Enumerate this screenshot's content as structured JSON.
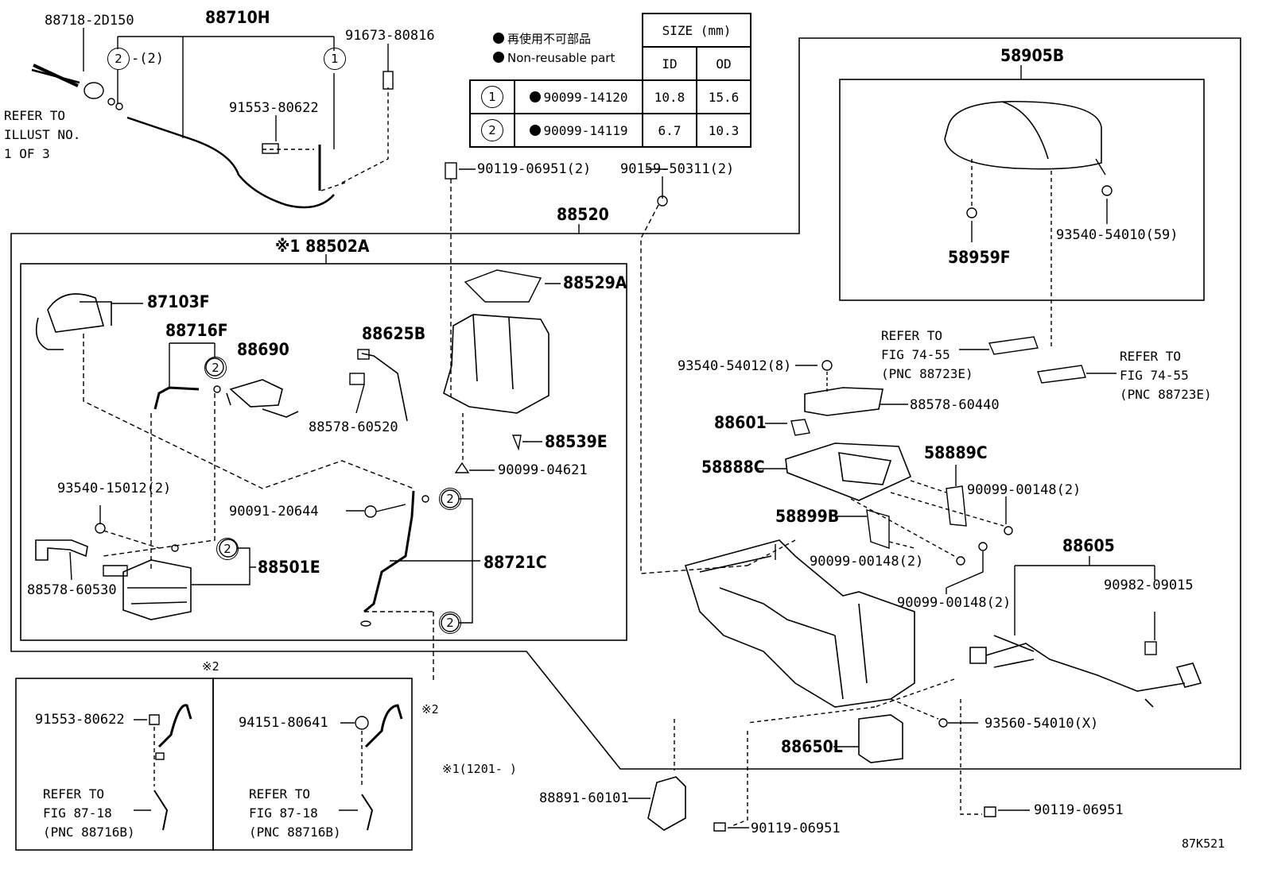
{
  "diagram_code": "87K521",
  "legend": {
    "non_reusable_jp": "再使用不可部品",
    "non_reusable_en": "Non-reusable part"
  },
  "size_table": {
    "header": "SIZE (mm)",
    "col_id": "ID",
    "col_od": "OD",
    "rows": [
      {
        "ref": "1",
        "part": "90099-14120",
        "id": "10.8",
        "od": "15.6"
      },
      {
        "ref": "2",
        "part": "90099-14119",
        "id": "6.7",
        "od": "10.3"
      }
    ]
  },
  "labels": {
    "p88718": "88718-2D150",
    "p88710H": "88710H",
    "p91673": "91673-80816",
    "c2_qty": "-(2)",
    "p91553a": "91553-80622",
    "refer1": "REFER TO\nILLUST NO.\n1 OF 3",
    "p90119a": "90119-06951(2)",
    "p90159": "90159-50311(2)",
    "p88520": "88520",
    "p88502A": "※1 88502A",
    "p87103F": "87103F",
    "p88716F": "88716F",
    "p88690": "88690",
    "p88625B": "88625B",
    "p88529A": "88529A",
    "p88578_60520": "88578-60520",
    "p88539E": "88539E",
    "p90099_04621": "90099-04621",
    "p93540_15012": "93540-15012(2)",
    "p90091": "90091-20644",
    "p88501E": "88501E",
    "p88721C": "88721C",
    "p88578_60530": "88578-60530",
    "p58905B": "58905B",
    "p58959F": "58959F",
    "p93540_54010": "93540-54010(59)",
    "refer_7455a": "REFER TO\nFIG 74-55\n(PNC 88723E)",
    "refer_7455b": "REFER TO\nFIG 74-55\n(PNC 88723E)",
    "p93540_54012": "93540-54012(8)",
    "p88578_60440": "88578-60440",
    "p88601": "88601",
    "p58888C": "58888C",
    "p58889C": "58889C",
    "p90099_00148a": "90099-00148(2)",
    "p58899B": "58899B",
    "p90099_00148b": "90099-00148(2)",
    "p90099_00148c": "90099-00148(2)",
    "p88605": "88605",
    "p90982": "90982-09015",
    "p93560": "93560-54010(X)",
    "p88650L": "88650L",
    "p88891": "88891-60101",
    "p90119b": "90119-06951",
    "p90119c": "90119-06951",
    "note1": "※1(1201-   )",
    "note2": "※2",
    "note2b": "※2",
    "box_p91553": "91553-80622",
    "box_p94151": "94151-80641",
    "refer_8718a": "REFER TO\nFIG 87-18\n(PNC 88716B)",
    "refer_8718b": "REFER TO\nFIG 87-18\n(PNC 88716B)"
  }
}
